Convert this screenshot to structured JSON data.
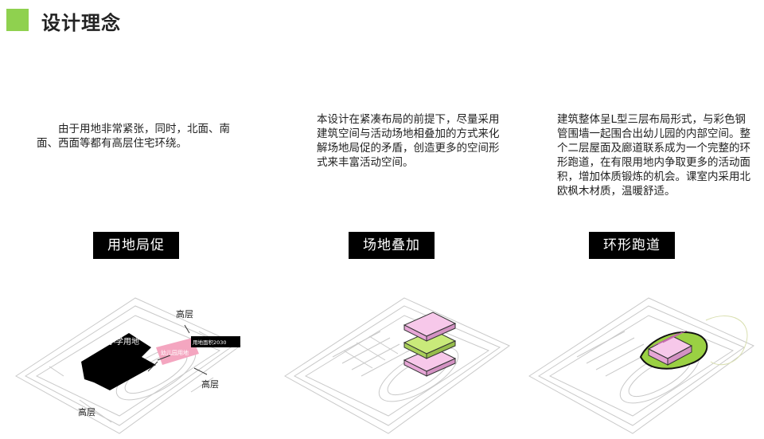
{
  "header": {
    "title": "设计理念",
    "accent_color": "#8fd14f"
  },
  "concepts": [
    {
      "description": "由于用地非常紧张，同时，北面、南面、西面等都有高层住宅环绕。",
      "tag": "用地局促"
    },
    {
      "description": "本设计在紧凑布局的前提下，尽量采用建筑空间与活动场地相叠加的方式来化解场地局促的矛盾，创造更多的空间形式来丰富活动空间。",
      "tag": "场地叠加"
    },
    {
      "description": "建筑整体呈L型三层布局形式，与彩色钢管围墙一起围合出幼儿园的内部空间。整个二层屋面及廊道联系成为一个完整的环形跑道，在有限用地内争取更多的活动面积，增加体质锻炼的机会。课室内采用北欧枫木材质，温暖舒适。",
      "tag": "环形跑道"
    }
  ],
  "site_diagram": {
    "label_north": "高层",
    "label_east": "高层",
    "label_south": "高层",
    "school_label": "小学用地",
    "kindergarten_label": "幼儿园用地",
    "area_label": "用地面积2030",
    "school_color": "#000000",
    "kindergarten_color": "#f4a6c0"
  },
  "colors": {
    "layer_pink": "#f7c8ea",
    "layer_green": "#c9ea7a",
    "track_outline": "#111111"
  }
}
